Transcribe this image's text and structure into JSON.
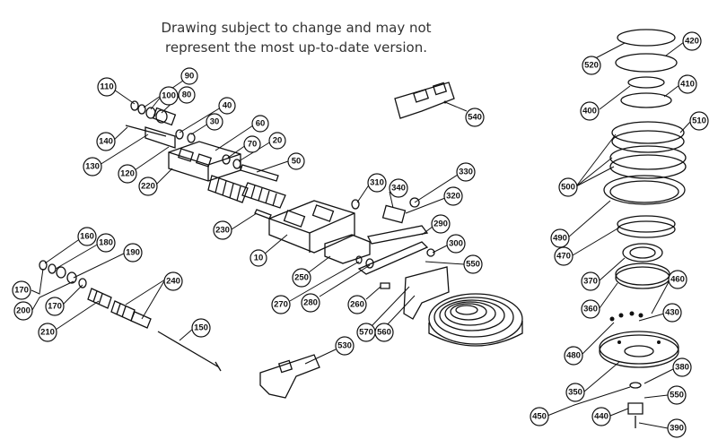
{
  "note": {
    "line1": "Drawing subject to change and may not",
    "line2": "represent the most up-to-date version."
  },
  "callouts": [
    {
      "id": "c110",
      "label": "110"
    },
    {
      "id": "c90",
      "label": "90"
    },
    {
      "id": "c100",
      "label": "100"
    },
    {
      "id": "c80",
      "label": "80"
    },
    {
      "id": "c40",
      "label": "40"
    },
    {
      "id": "c30",
      "label": "30"
    },
    {
      "id": "c60",
      "label": "60"
    },
    {
      "id": "c70",
      "label": "70"
    },
    {
      "id": "c20",
      "label": "20"
    },
    {
      "id": "c50",
      "label": "50"
    },
    {
      "id": "c140",
      "label": "140"
    },
    {
      "id": "c130",
      "label": "130"
    },
    {
      "id": "c120",
      "label": "120"
    },
    {
      "id": "c220",
      "label": "220"
    },
    {
      "id": "c230",
      "label": "230"
    },
    {
      "id": "c10",
      "label": "10"
    },
    {
      "id": "c310",
      "label": "310"
    },
    {
      "id": "c340",
      "label": "340"
    },
    {
      "id": "c330",
      "label": "330"
    },
    {
      "id": "c320",
      "label": "320"
    },
    {
      "id": "c290",
      "label": "290"
    },
    {
      "id": "c300",
      "label": "300"
    },
    {
      "id": "c550a",
      "label": "550"
    },
    {
      "id": "c250",
      "label": "250"
    },
    {
      "id": "c270",
      "label": "270"
    },
    {
      "id": "c280",
      "label": "280"
    },
    {
      "id": "c260",
      "label": "260"
    },
    {
      "id": "c570",
      "label": "570"
    },
    {
      "id": "c560",
      "label": "560"
    },
    {
      "id": "c530",
      "label": "530"
    },
    {
      "id": "c540",
      "label": "540"
    },
    {
      "id": "c160",
      "label": "160"
    },
    {
      "id": "c180",
      "label": "180"
    },
    {
      "id": "c190",
      "label": "190"
    },
    {
      "id": "c170a",
      "label": "170"
    },
    {
      "id": "c200",
      "label": "200"
    },
    {
      "id": "c170b",
      "label": "170"
    },
    {
      "id": "c210",
      "label": "210"
    },
    {
      "id": "c240",
      "label": "240"
    },
    {
      "id": "c150",
      "label": "150"
    },
    {
      "id": "c520",
      "label": "520"
    },
    {
      "id": "c420",
      "label": "420"
    },
    {
      "id": "c400",
      "label": "400"
    },
    {
      "id": "c410",
      "label": "410"
    },
    {
      "id": "c510",
      "label": "510"
    },
    {
      "id": "c500",
      "label": "500"
    },
    {
      "id": "c490",
      "label": "490"
    },
    {
      "id": "c470",
      "label": "470"
    },
    {
      "id": "c370",
      "label": "370"
    },
    {
      "id": "c360",
      "label": "360"
    },
    {
      "id": "c460",
      "label": "460"
    },
    {
      "id": "c430",
      "label": "430"
    },
    {
      "id": "c480",
      "label": "480"
    },
    {
      "id": "c350",
      "label": "350"
    },
    {
      "id": "c380",
      "label": "380"
    },
    {
      "id": "c450",
      "label": "450"
    },
    {
      "id": "c550b",
      "label": "550"
    },
    {
      "id": "c440",
      "label": "440"
    },
    {
      "id": "c390",
      "label": "390"
    }
  ]
}
